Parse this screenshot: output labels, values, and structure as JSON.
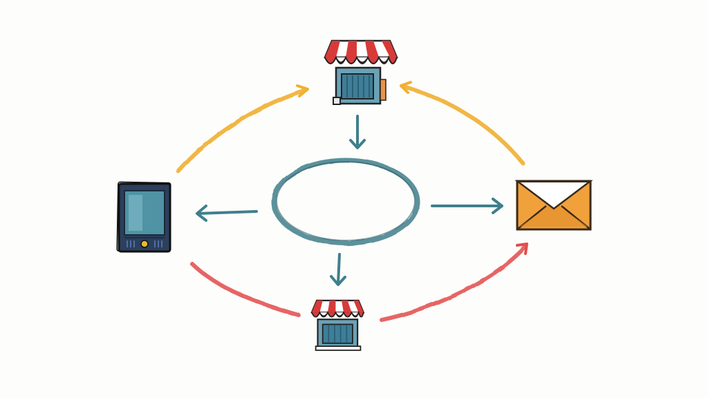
{
  "diagram": {
    "style": "hand-drawn watercolor sketch",
    "center": {
      "shape": "ellipse",
      "color": "#3f7f8c",
      "label": ""
    },
    "nodes": [
      {
        "id": "store-top",
        "icon": "storefront-icon",
        "awning_colors": [
          "#d83a3a",
          "#ffffff"
        ],
        "body_color": "#4e8ca6"
      },
      {
        "id": "store-bottom",
        "icon": "storefront-icon",
        "awning_colors": [
          "#d83a3a",
          "#ffffff"
        ],
        "body_color": "#4e8ca6"
      },
      {
        "id": "tablet-left",
        "icon": "tablet-icon",
        "screen_color": "#4f93a5",
        "button_color": "#e8b830"
      },
      {
        "id": "mail-right",
        "icon": "envelope-icon",
        "fill_color": "#f0a13c"
      }
    ],
    "edges": [
      {
        "from": "store-top",
        "to": "center",
        "color": "#3f7f8c"
      },
      {
        "from": "center",
        "to": "store-bottom",
        "color": "#3f7f8c"
      },
      {
        "from": "center",
        "to": "tablet-left",
        "color": "#3f7f8c"
      },
      {
        "from": "center",
        "to": "mail-right",
        "color": "#3f7f8c"
      },
      {
        "from": "tablet-left",
        "to": "store-top",
        "color": "#f0b030"
      },
      {
        "from": "mail-right",
        "to": "store-top",
        "color": "#f0b030"
      },
      {
        "from": "store-bottom",
        "to": "tablet-left",
        "color": "#e34b4b"
      },
      {
        "from": "store-bottom",
        "to": "mail-right",
        "color": "#e34b4b"
      }
    ]
  }
}
